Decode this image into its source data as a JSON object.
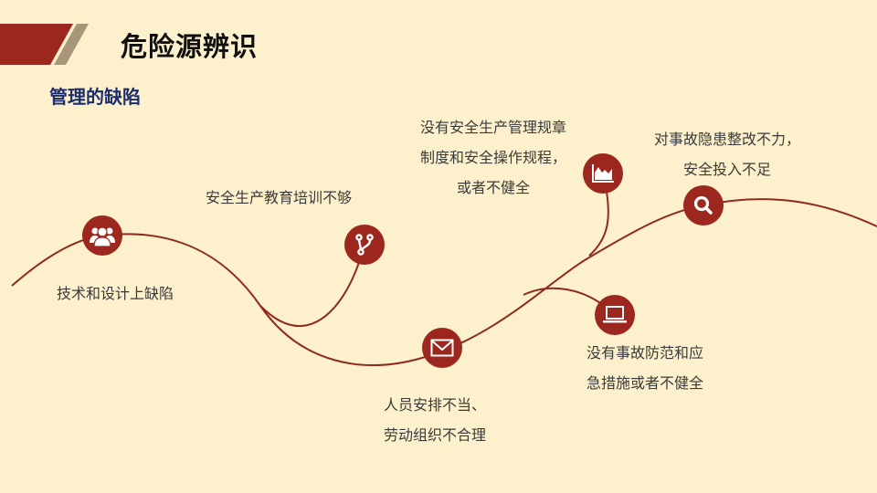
{
  "slide": {
    "title": "危险源辨识",
    "subtitle": "管理的缺陷",
    "colors": {
      "background": "#fdf1cd",
      "accent_red": "#9c271e",
      "accent_khaki": "#a8967a",
      "title_text": "#111111",
      "subtitle_text": "#1d2d6b",
      "body_text": "#3a3a3a"
    }
  },
  "nodes": [
    {
      "icon": "people-group-icon",
      "lines": [
        "技术和设计上缺陷"
      ]
    },
    {
      "icon": "branch-icon",
      "lines": [
        "安全生产教育培训不够"
      ]
    },
    {
      "icon": "area-chart-icon",
      "lines": [
        "没有安全生产管理规章",
        "制度和安全操作规程，",
        "或者不健全"
      ]
    },
    {
      "icon": "search-icon",
      "lines": [
        "对事故隐患整改不力，",
        "安全投入不足"
      ]
    },
    {
      "icon": "mail-icon",
      "lines": [
        "人员安排不当、",
        "劳动组织不合理"
      ]
    },
    {
      "icon": "laptop-icon",
      "lines": [
        "没有事故防范和应",
        "急措施或者不健全"
      ]
    }
  ]
}
